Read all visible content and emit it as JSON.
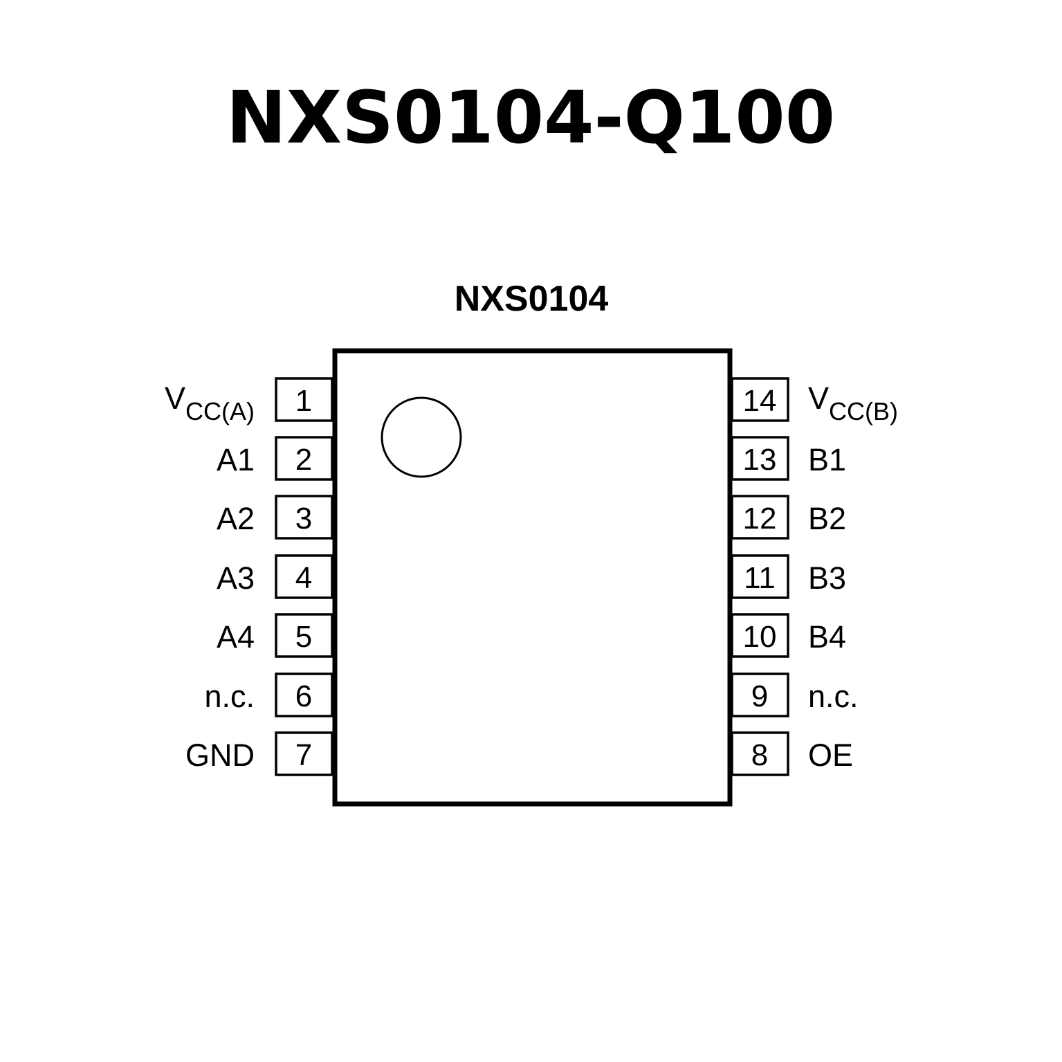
{
  "title": "NXS0104-Q100",
  "chip": {
    "name": "NXS0104",
    "left_pins": [
      {
        "num": "1",
        "label": "V",
        "sub": "CC(A)"
      },
      {
        "num": "2",
        "label": "A1"
      },
      {
        "num": "3",
        "label": "A2"
      },
      {
        "num": "4",
        "label": "A3"
      },
      {
        "num": "5",
        "label": "A4"
      },
      {
        "num": "6",
        "label": "n.c."
      },
      {
        "num": "7",
        "label": "GND"
      }
    ],
    "right_pins": [
      {
        "num": "14",
        "label": "V",
        "sub": "CC(B)"
      },
      {
        "num": "13",
        "label": "B1"
      },
      {
        "num": "12",
        "label": "B2"
      },
      {
        "num": "11",
        "label": "B3"
      },
      {
        "num": "10",
        "label": "B4"
      },
      {
        "num": "9",
        "label": "n.c."
      },
      {
        "num": "8",
        "label": "OE"
      }
    ]
  }
}
